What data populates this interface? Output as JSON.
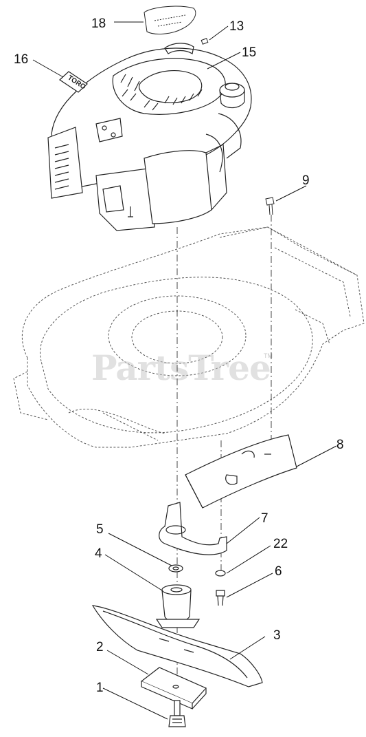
{
  "watermark": {
    "text": "PartsTree",
    "trademark": "TM"
  },
  "decal": {
    "text": "TORO"
  },
  "callouts": [
    {
      "id": "18",
      "label": "18"
    },
    {
      "id": "13",
      "label": "13"
    },
    {
      "id": "16",
      "label": "16"
    },
    {
      "id": "15",
      "label": "15"
    },
    {
      "id": "9",
      "label": "9"
    },
    {
      "id": "8",
      "label": "8"
    },
    {
      "id": "7",
      "label": "7"
    },
    {
      "id": "5",
      "label": "5"
    },
    {
      "id": "22",
      "label": "22"
    },
    {
      "id": "4",
      "label": "4"
    },
    {
      "id": "6",
      "label": "6"
    },
    {
      "id": "3",
      "label": "3"
    },
    {
      "id": "2",
      "label": "2"
    },
    {
      "id": "1",
      "label": "1"
    }
  ]
}
